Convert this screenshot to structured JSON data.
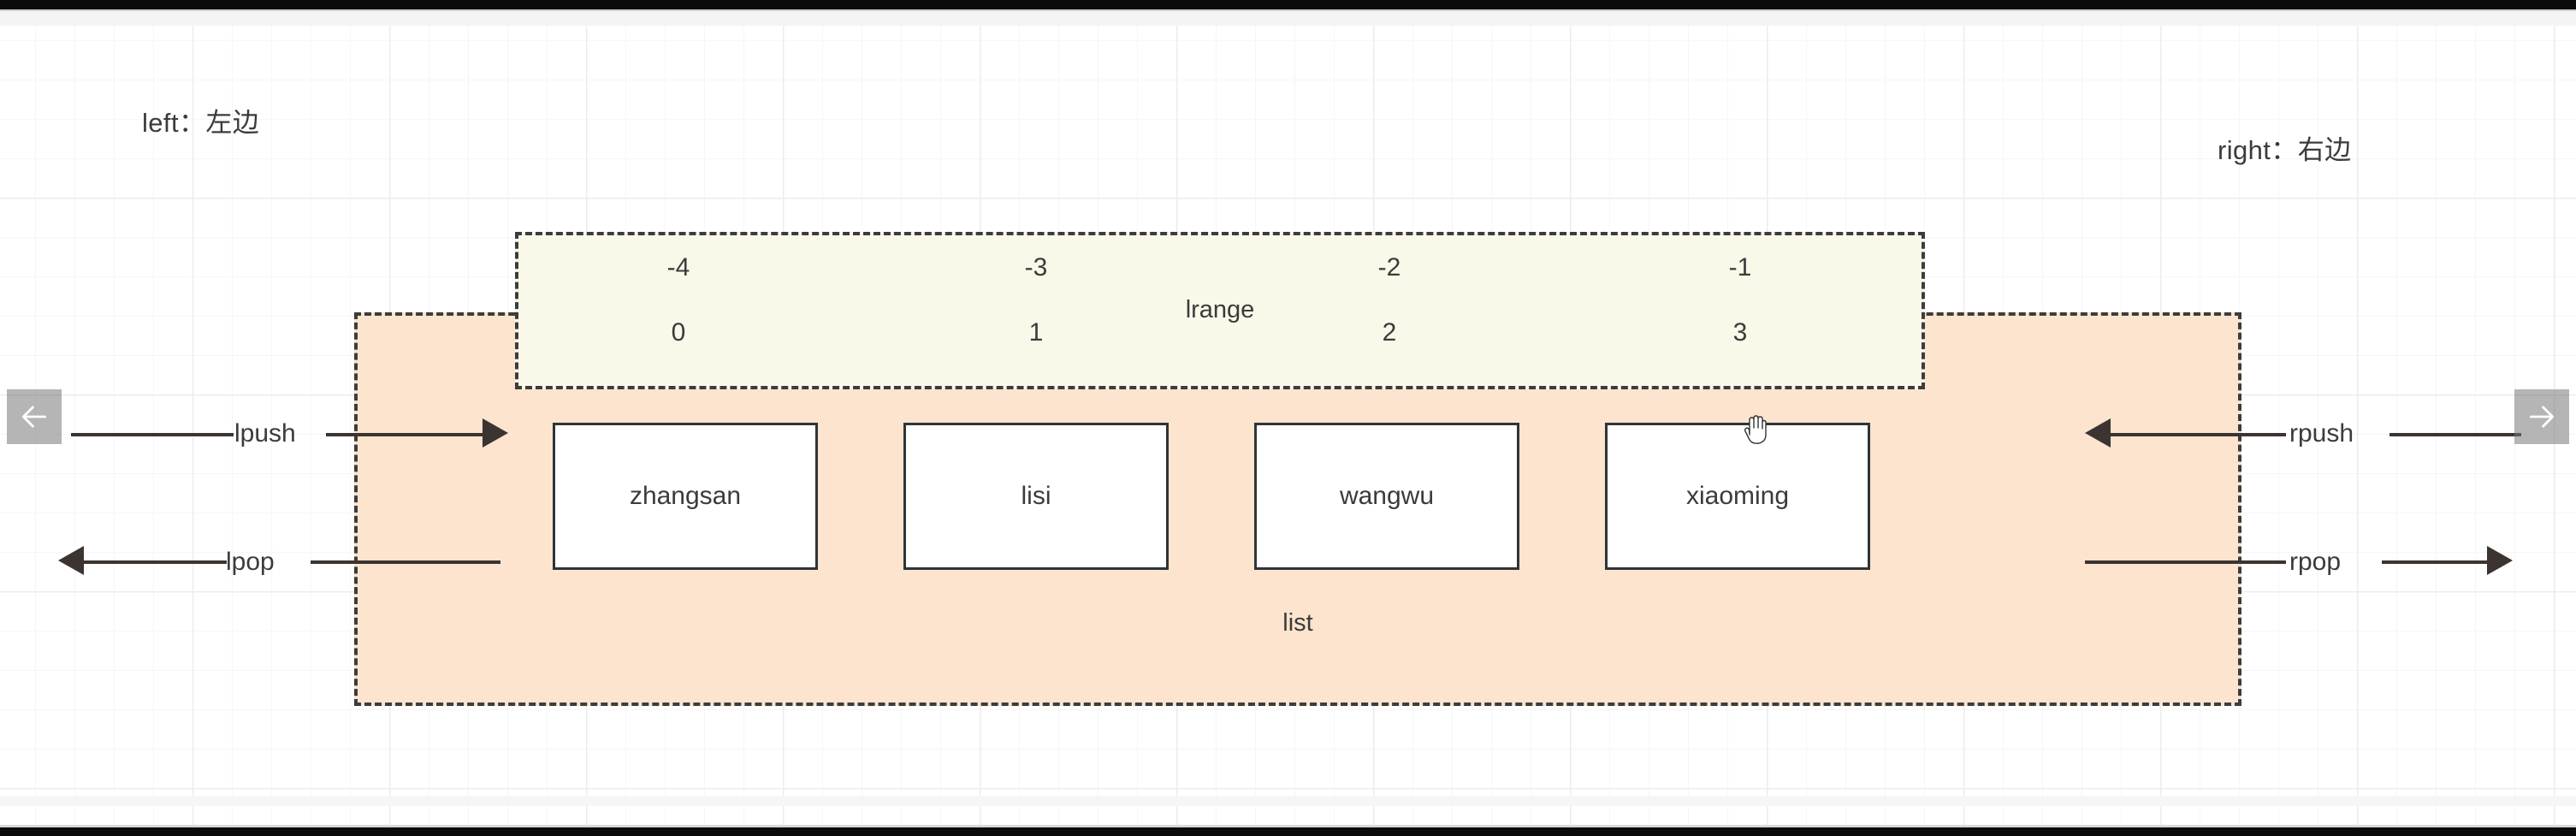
{
  "canvas": {
    "background_color": "#ffffff",
    "grid_color": "#ececec"
  },
  "labels": {
    "left_side": "left：左边",
    "right_side": "right：右边"
  },
  "lrange_box": {
    "name": "lrange",
    "fill_color": "#faf8e9",
    "border_color": "#3c3c3c",
    "negative_indexes": [
      "-4",
      "-3",
      "-2",
      "-1"
    ],
    "positive_indexes": [
      "0",
      "1",
      "2",
      "3"
    ]
  },
  "list_box": {
    "name": "list",
    "fill_color": "#fce4ce",
    "border_color": "#3c3c3c",
    "items": [
      {
        "value": "zhangsan"
      },
      {
        "value": "lisi"
      },
      {
        "value": "wangwu"
      },
      {
        "value": "xiaoming"
      }
    ]
  },
  "operations": {
    "left": [
      {
        "label": "lpush",
        "direction": "into-list"
      },
      {
        "label": "lpop",
        "direction": "out-of-list"
      }
    ],
    "right": [
      {
        "label": "rpush",
        "direction": "into-list"
      },
      {
        "label": "rpop",
        "direction": "out-of-list"
      }
    ]
  },
  "navigation": {
    "prev_icon": "arrow-left",
    "next_icon": "arrow-right",
    "prev_label": "←",
    "next_label": "→"
  },
  "cursor": {
    "type": "grab-hand"
  }
}
